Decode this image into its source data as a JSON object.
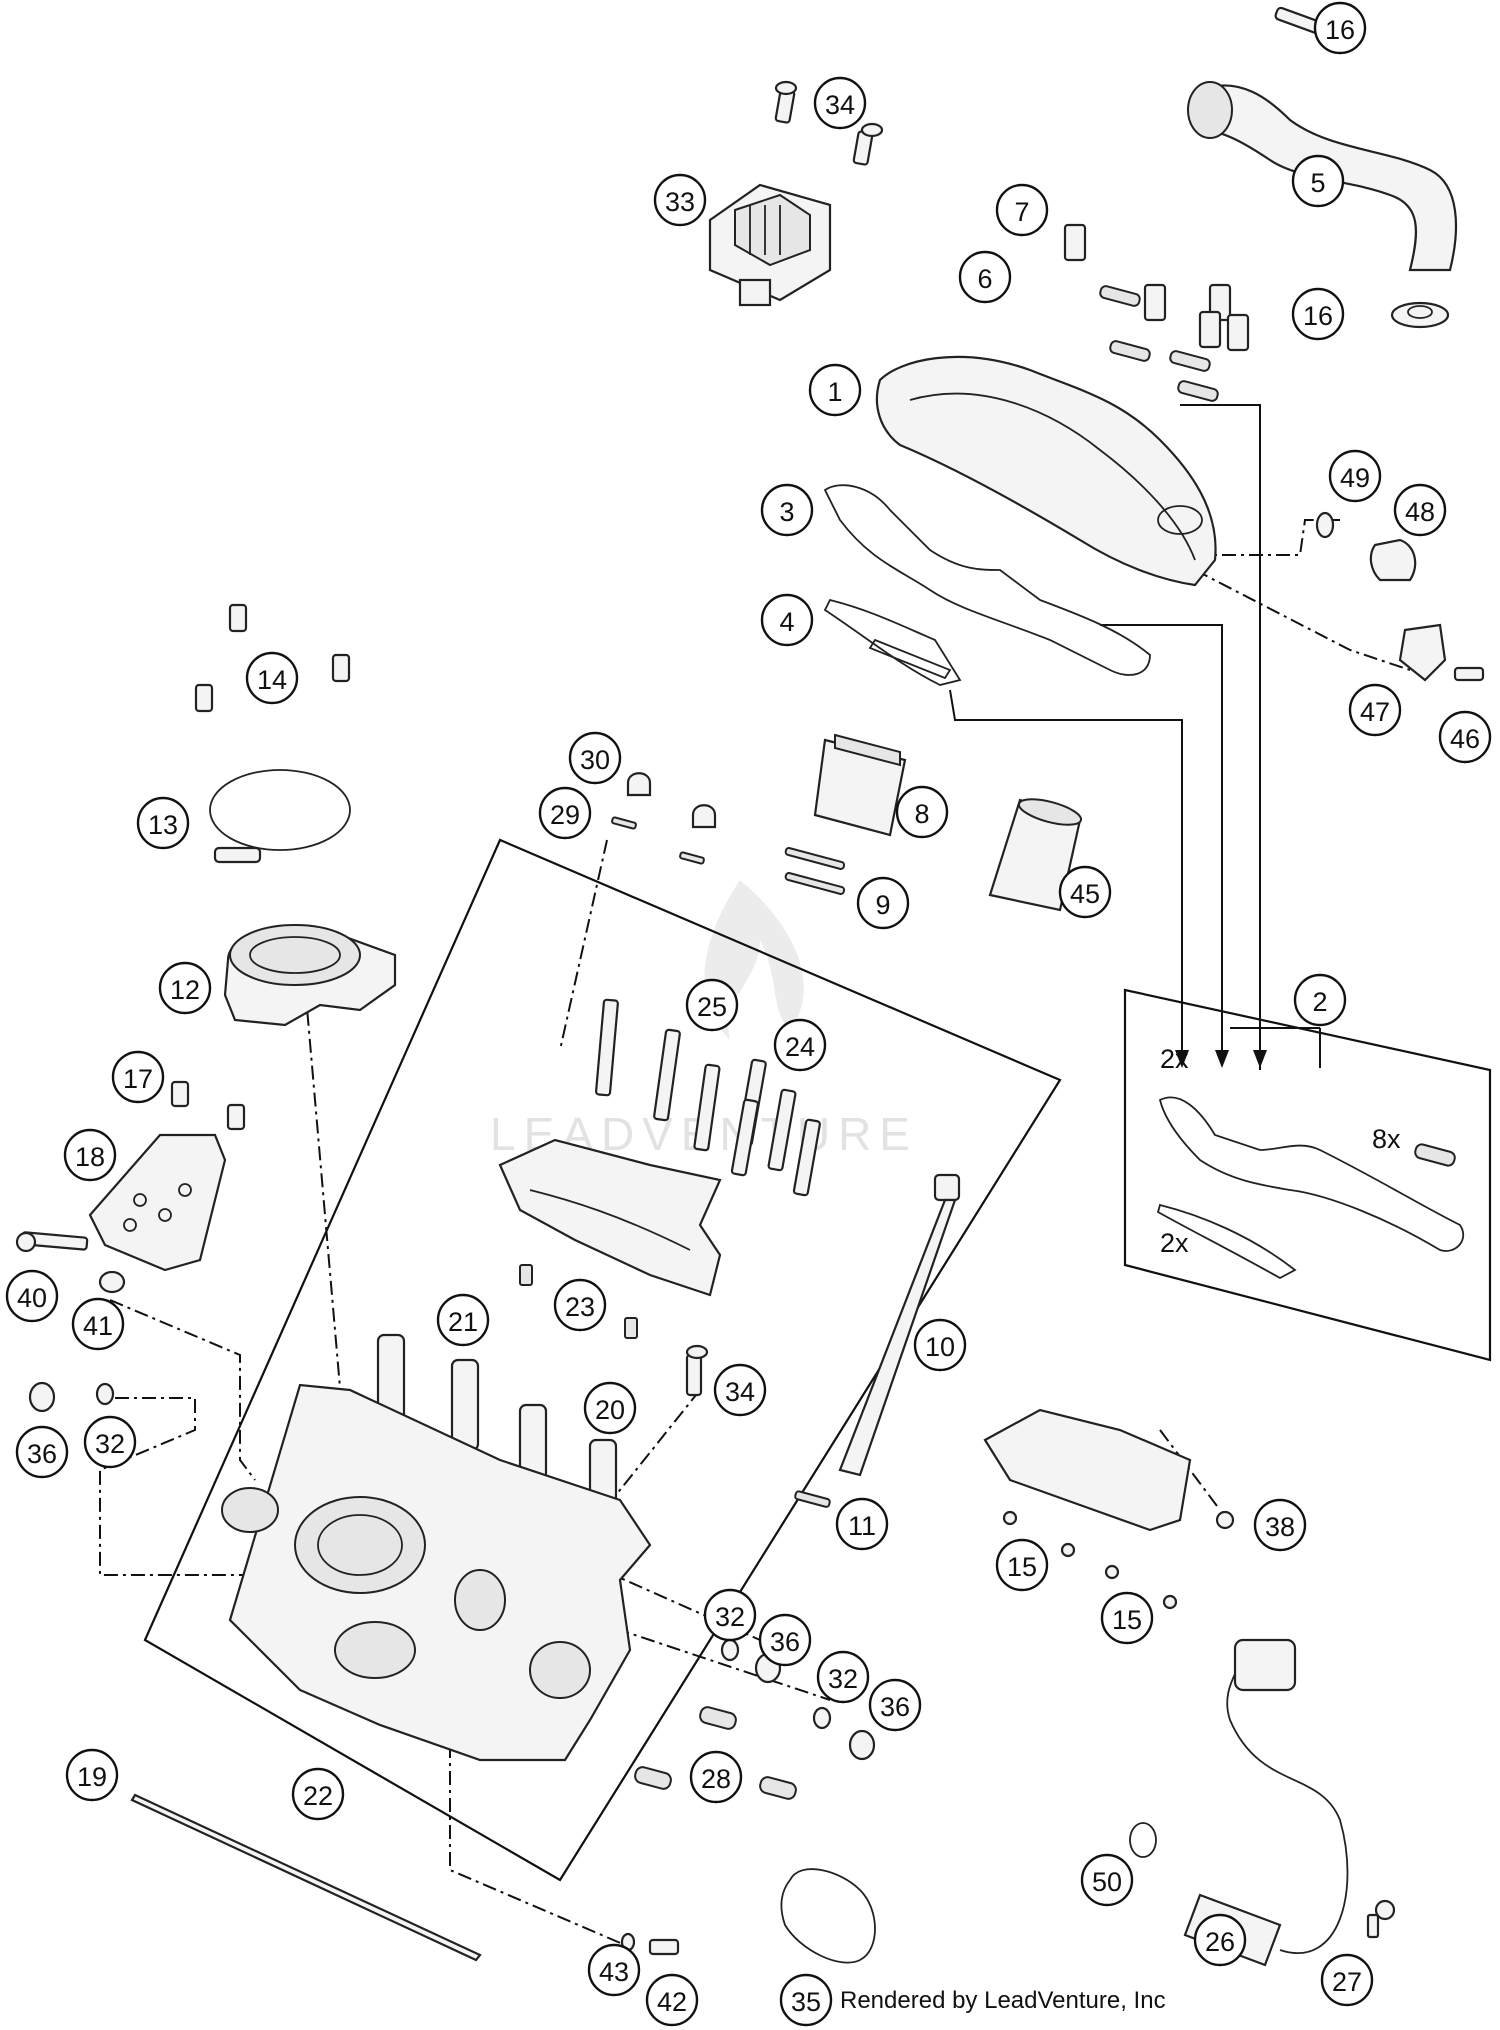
{
  "diagram": {
    "callouts": [
      "16",
      "34",
      "33",
      "5",
      "7",
      "6",
      "16",
      "1",
      "49",
      "48",
      "3",
      "4",
      "47",
      "46",
      "14",
      "30",
      "29",
      "8",
      "13",
      "9",
      "45",
      "12",
      "2",
      "25",
      "24",
      "17",
      "18",
      "10",
      "40",
      "41",
      "21",
      "23",
      "34",
      "20",
      "36",
      "32",
      "11",
      "38",
      "15",
      "15",
      "32",
      "36",
      "32",
      "36",
      "22",
      "28",
      "19",
      "50",
      "26",
      "27",
      "43",
      "42",
      "35"
    ],
    "quantity_labels": [
      "2x",
      "8x",
      "2x"
    ],
    "credit": "Rendered by LeadVenture, Inc",
    "watermark": "LEADVENTURE"
  }
}
